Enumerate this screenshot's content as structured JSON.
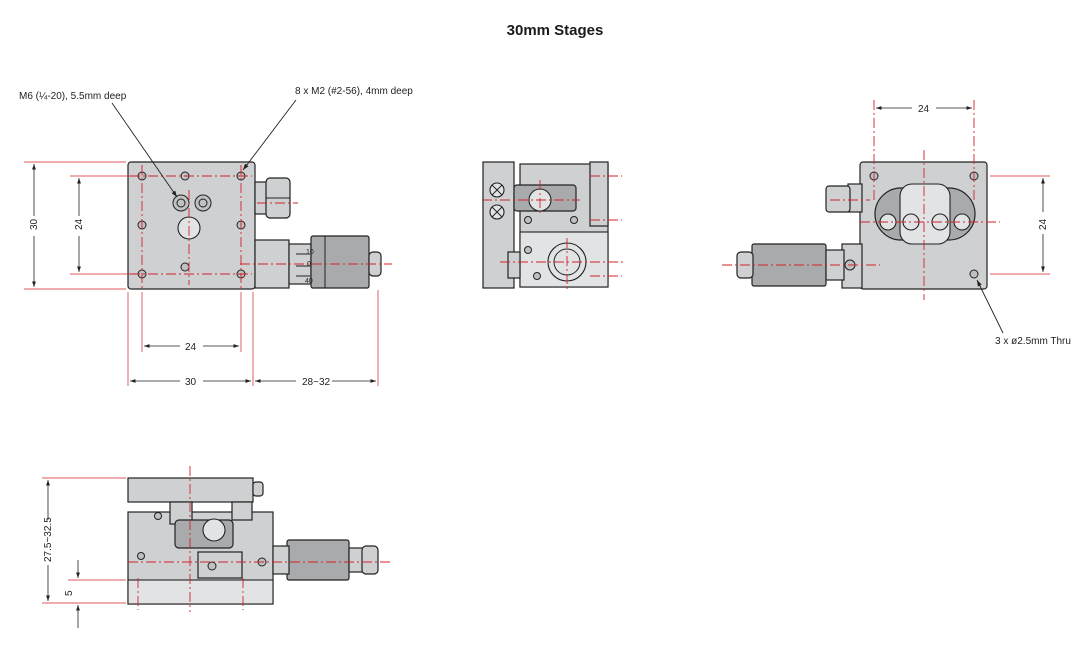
{
  "title": "30mm Stages",
  "callouts": {
    "m6_hole": "M6 (¼-20), 5.5mm deep",
    "m2_holes": "8 x M2 (#2-56), 4mm deep",
    "thru_holes": "3 x ø2.5mm Thru"
  },
  "dimensions": {
    "top_height": "30",
    "top_inner_height": "24",
    "top_inner_width": "24",
    "top_width": "30",
    "travel": "28~32",
    "right_top_width": "24",
    "right_height": "24",
    "side_height": "27.5~32.5",
    "side_base": "5"
  },
  "micrometer_scale": [
    "10",
    "0",
    "40"
  ],
  "colors": {
    "body": "#cfd0d1",
    "centerline": "#d2222a",
    "outline": "#222222"
  }
}
